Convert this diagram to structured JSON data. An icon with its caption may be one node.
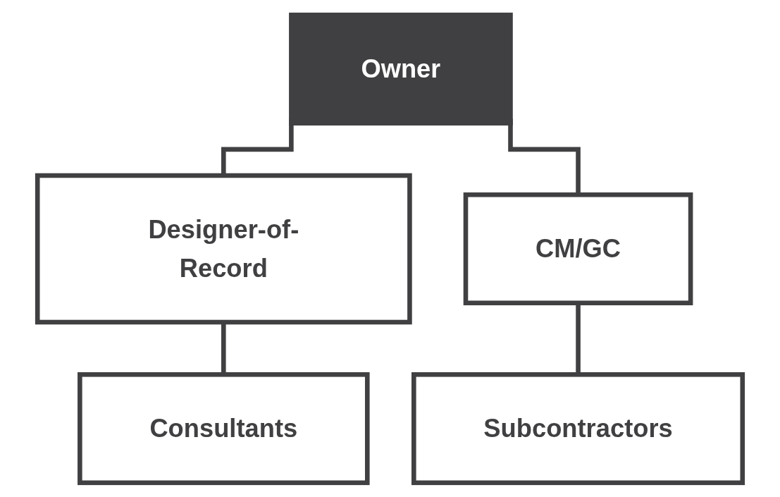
{
  "diagram": {
    "nodes": [
      {
        "text": [
          "Owner"
        ]
      },
      {
        "text": [
          "Designer-of-Record"
        ]
      },
      {
        "text": [
          "CM/GC"
        ]
      },
      {
        "text": [
          "Consultants"
        ]
      },
      {
        "text": [
          "Subcontractors"
        ]
      }
    ],
    "edges": [
      {
        "from": 0,
        "to": 1,
        "arrow": "none"
      },
      {
        "from": 0,
        "to": 2,
        "arrow": "none"
      },
      {
        "from": 1,
        "to": 3,
        "arrow": "none"
      },
      {
        "from": 2,
        "to": 4,
        "arrow": "none"
      }
    ]
  }
}
